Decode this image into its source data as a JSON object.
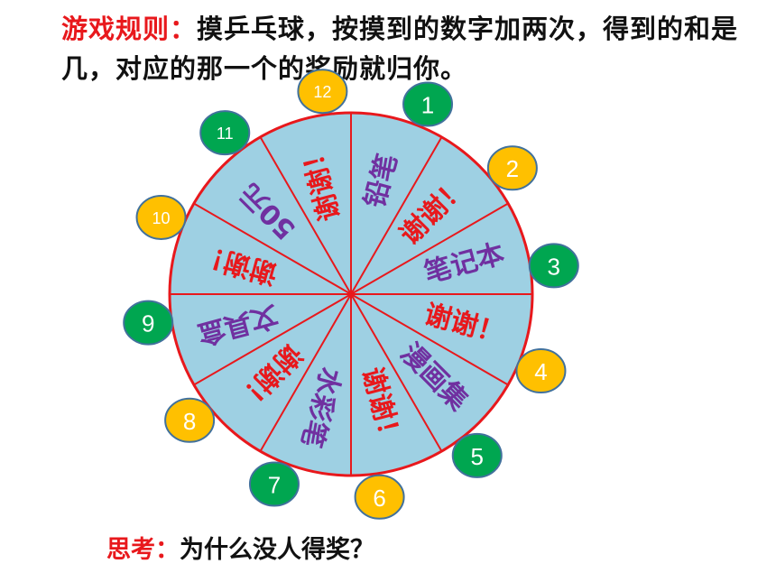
{
  "rules": {
    "label": "游戏规则：",
    "text": "摸乒乓球，按摸到的数字加两次，得到的和是几，对应的那一个的奖励就归你。"
  },
  "wheel": {
    "sectors": [
      {
        "text": "铅笔",
        "color": "#7030a0"
      },
      {
        "text": "谢谢！",
        "color": "#e8181c"
      },
      {
        "text": "笔记本",
        "color": "#7030a0"
      },
      {
        "text": "谢谢！",
        "color": "#e8181c"
      },
      {
        "text": "漫画集",
        "color": "#7030a0"
      },
      {
        "text": "谢谢！",
        "color": "#e8181c"
      },
      {
        "text": "水彩笔",
        "color": "#7030a0"
      },
      {
        "text": "谢谢！",
        "color": "#e8181c"
      },
      {
        "text": "文具盒",
        "color": "#7030a0"
      },
      {
        "text": "谢谢！",
        "color": "#e8181c"
      },
      {
        "text": "50元",
        "color": "#7030a0"
      },
      {
        "text": "谢谢！",
        "color": "#e8181c"
      }
    ],
    "fill": "#9ed0e3",
    "line_color": "#e8181c"
  },
  "balls": [
    {
      "label": "12",
      "color": "#ffc000"
    },
    {
      "label": "1",
      "color": "#00a650"
    },
    {
      "label": "2",
      "color": "#ffc000"
    },
    {
      "label": "3",
      "color": "#00a650"
    },
    {
      "label": "4",
      "color": "#ffc000"
    },
    {
      "label": "5",
      "color": "#00a650"
    },
    {
      "label": "6",
      "color": "#ffc000"
    },
    {
      "label": "7",
      "color": "#00a650"
    },
    {
      "label": "8",
      "color": "#ffc000"
    },
    {
      "label": "9",
      "color": "#00a650"
    },
    {
      "label": "10",
      "color": "#ffc000"
    },
    {
      "label": "11",
      "color": "#00a650"
    }
  ],
  "think": {
    "label": "思考：",
    "text": "为什么没人得奖？"
  }
}
